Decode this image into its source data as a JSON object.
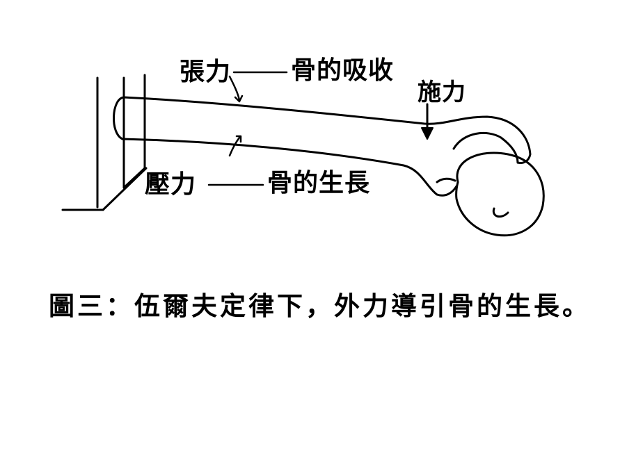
{
  "labels": {
    "tension": "張力",
    "tension_effect": "骨的吸收",
    "applied_force": "施力",
    "compression": "壓力",
    "compression_effect": "骨的生長"
  },
  "caption": "圖三：伍爾夫定律下，外力導引骨的生長。",
  "colors": {
    "ink": "#000000",
    "background": "#ffffff"
  }
}
